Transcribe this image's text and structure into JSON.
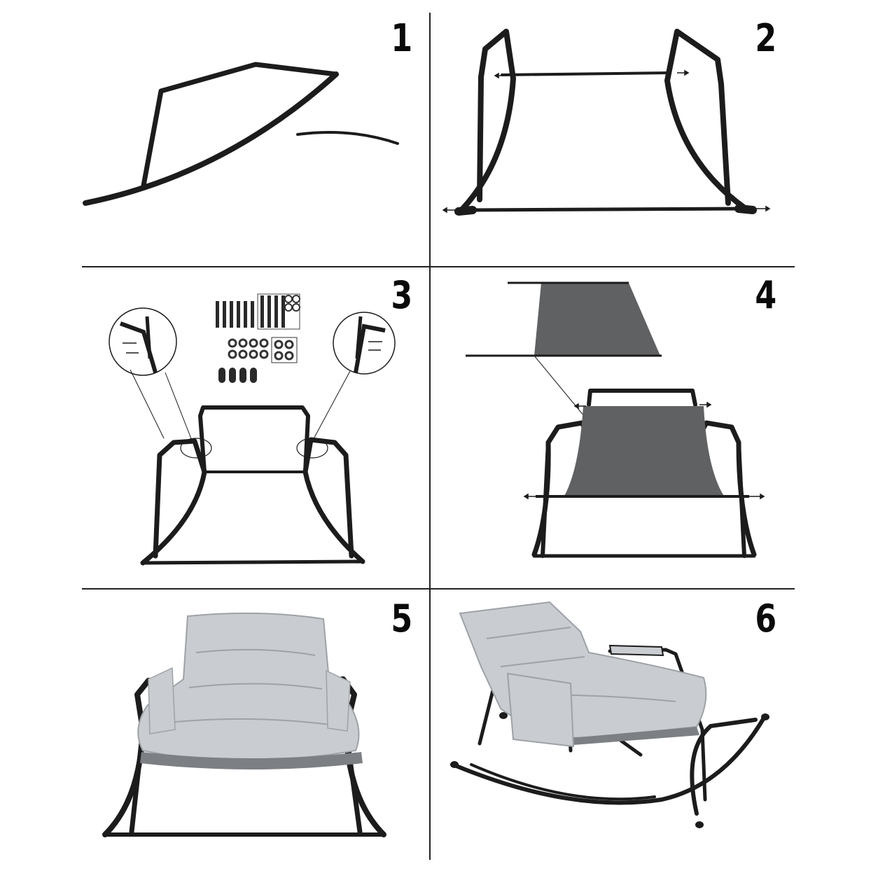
{
  "steps": [
    {
      "number": "1",
      "illustration": "rocker-side-frame"
    },
    {
      "number": "2",
      "illustration": "join-side-frames-with-bars"
    },
    {
      "number": "3",
      "illustration": "attach-backrest-with-hardware"
    },
    {
      "number": "4",
      "illustration": "insert-fabric-seat-sling"
    },
    {
      "number": "5",
      "illustration": "place-cushion-front-view"
    },
    {
      "number": "6",
      "illustration": "finished-chair-angled-view"
    }
  ],
  "colors": {
    "frame": "#1c1c1c",
    "fabric": "#5f6163",
    "cushion": "#c9ccd0",
    "cushion_shadow": "#9ea2a7",
    "divider": "#222222"
  }
}
